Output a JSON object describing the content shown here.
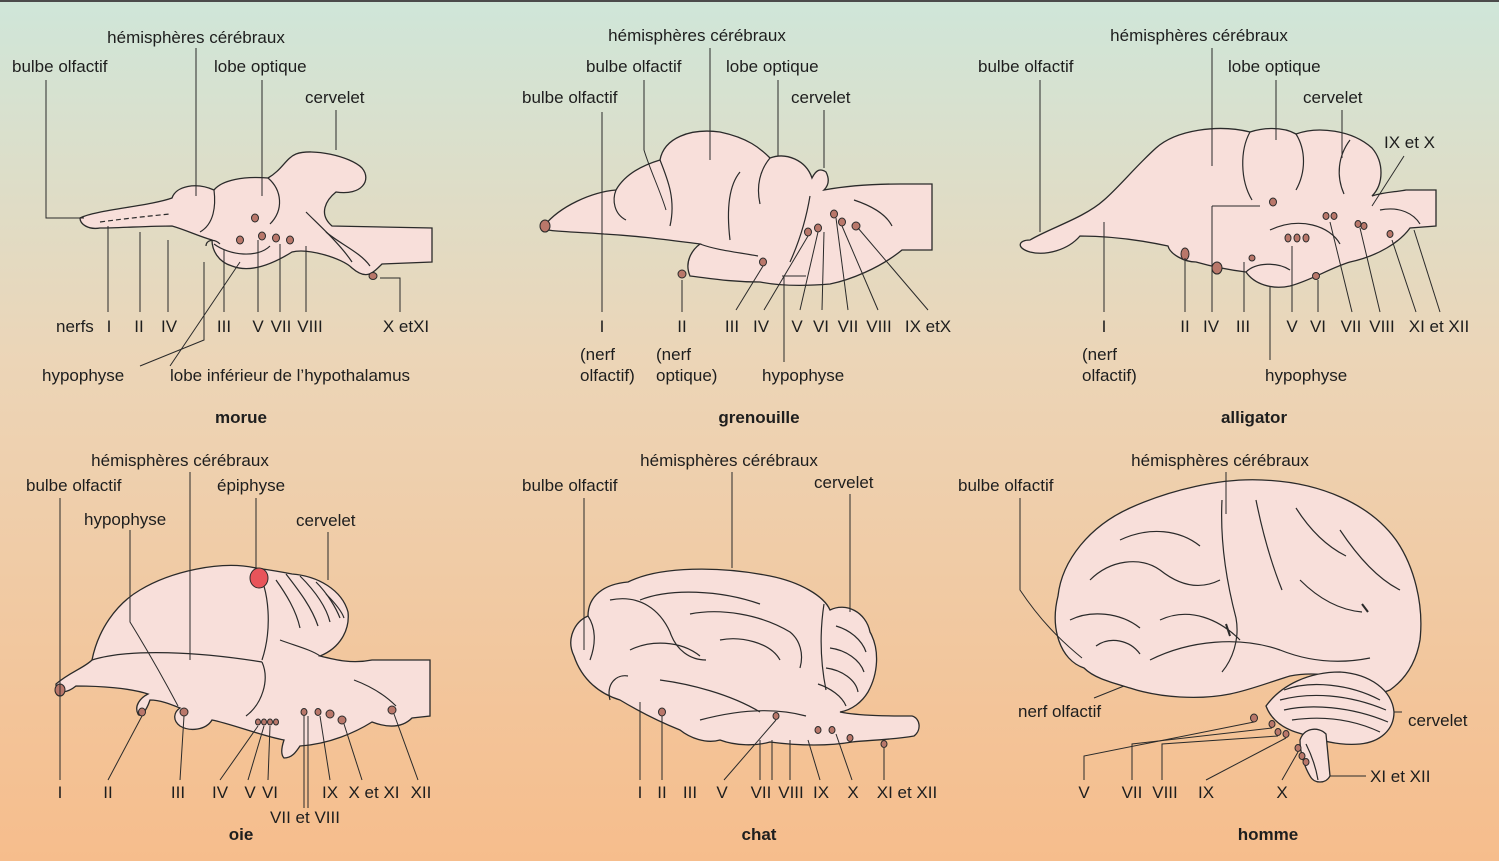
{
  "panels": [
    {
      "id": "morue",
      "caption": "morue",
      "labels": {
        "hemispheres": "hémisphères cérébraux",
        "olfactory_bulb": "bulbe olfactif",
        "optic_lobe": "lobe optique",
        "cerebellum": "cervelet",
        "nerves_title": "nerfs",
        "n1": "I",
        "n2": "II",
        "n4": "IV",
        "n3": "III",
        "n5": "V",
        "n7": "VII",
        "n8": "VIII",
        "n10_11": "X etXI",
        "hypophysis": "hypophyse",
        "hypothalamus": "lobe inférieur de l’hypothalamus"
      }
    },
    {
      "id": "grenouille",
      "caption": "grenouille",
      "labels": {
        "hemispheres": "hémisphères cérébraux",
        "olfactory_bulb_1": "bulbe olfactif",
        "olfactory_bulb_2": "bulbe olfactif",
        "optic_lobe": "lobe optique",
        "cerebellum": "cervelet",
        "n1": "I",
        "n2": "II",
        "n3": "III",
        "n4": "IV",
        "n5": "V",
        "n6": "VI",
        "n7": "VII",
        "n8": "VIII",
        "n9_10": "IX etX",
        "olf_nerve_1": "(nerf",
        "olf_nerve_2": "olfactif)",
        "opt_nerve_1": "(nerf",
        "opt_nerve_2": "optique)",
        "hypophysis": "hypophyse"
      }
    },
    {
      "id": "alligator",
      "caption": "alligator",
      "labels": {
        "hemispheres": "hémisphères cérébraux",
        "olfactory_bulb": "bulbe olfactif",
        "optic_lobe": "lobe optique",
        "cerebellum": "cervelet",
        "n9_10": "IX et X",
        "n1": "I",
        "n2": "II",
        "n4": "IV",
        "n3": "III",
        "n5": "V",
        "n6": "VI",
        "n7": "VII",
        "n8": "VIII",
        "n11_12": "XI et XII",
        "olf_nerve_1": "(nerf",
        "olf_nerve_2": "olfactif)",
        "hypophysis": "hypophyse"
      }
    },
    {
      "id": "oie",
      "caption": "oie",
      "labels": {
        "hemispheres": "hémisphères cérébraux",
        "olfactory_bulb": "bulbe olfactif",
        "epiphysis": "épiphyse",
        "hypophysis": "hypophyse",
        "cerebellum": "cervelet",
        "n1": "I",
        "n2": "II",
        "n3": "III",
        "n4": "IV",
        "n5": "V",
        "n6": "VI",
        "n9": "IX",
        "n10_11": "X et XI",
        "n12": "XII",
        "n7_8": "VII et VIII"
      }
    },
    {
      "id": "chat",
      "caption": "chat",
      "labels": {
        "hemispheres": "hémisphères cérébraux",
        "olfactory_bulb": "bulbe olfactif",
        "cerebellum": "cervelet",
        "n1": "I",
        "n2": "II",
        "n3": "III",
        "n5": "V",
        "n7": "VII",
        "n8": "VIII",
        "n9": "IX",
        "n10": "X",
        "n11_12": "XI et XII"
      }
    },
    {
      "id": "homme",
      "caption": "homme",
      "labels": {
        "hemispheres": "hémisphères cérébraux",
        "olfactory_bulb": "bulbe olfactif",
        "olfactory_nerve": "nerf olfactif",
        "cerebellum": "cervelet",
        "n5": "V",
        "n7": "VII",
        "n8": "VIII",
        "n9": "IX",
        "n10": "X",
        "n11_12": "XI et XII"
      }
    }
  ],
  "colors": {
    "brain_fill": "#f8dfda",
    "nerve_stub": "#b9776a",
    "epiphysis": "#e8545a",
    "background_top": "#cfe6d9",
    "background_bottom": "#f6bd8c"
  }
}
